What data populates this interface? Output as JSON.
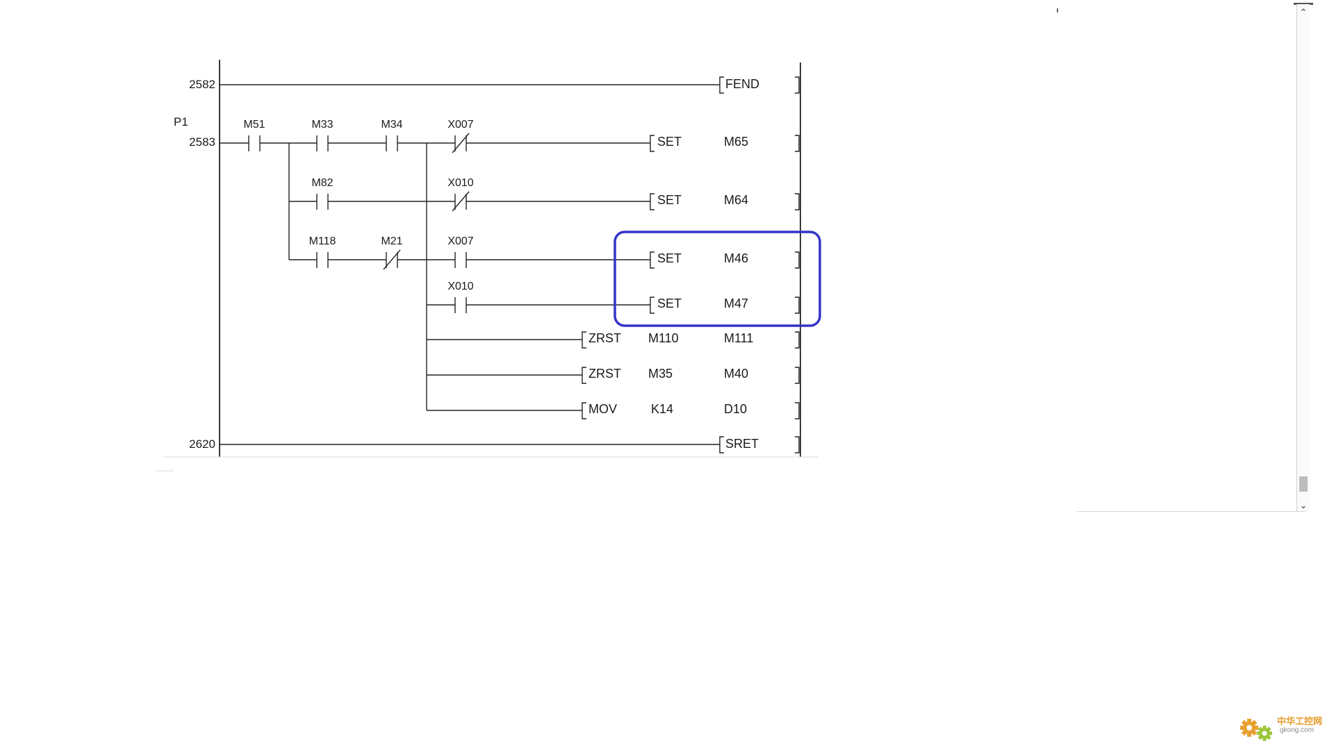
{
  "rungs": {
    "r2582": {
      "step": "2582",
      "instr": "FEND"
    },
    "r2583": {
      "pointer": "P1",
      "step": "2583",
      "contacts": {
        "m51": "M51",
        "m33": "M33",
        "m34": "M34",
        "x007a": "X007",
        "m82": "M82",
        "x010a": "X010",
        "m118": "M118",
        "m21": "M21",
        "x007b": "X007",
        "x010b": "X010"
      },
      "outputs": [
        {
          "instr": "SET",
          "op1": "M65"
        },
        {
          "instr": "SET",
          "op1": "M64"
        },
        {
          "instr": "SET",
          "op1": "M46"
        },
        {
          "instr": "SET",
          "op1": "M47"
        },
        {
          "instr": "ZRST",
          "op1": "M110",
          "op2": "M111"
        },
        {
          "instr": "ZRST",
          "op1": "M35",
          "op2": "M40"
        },
        {
          "instr": "MOV",
          "op1": "K14",
          "op2": "D10"
        }
      ]
    },
    "r2620": {
      "step": "2620",
      "instr": "SRET"
    }
  },
  "highlight": {
    "color": "#3434c8"
  },
  "scrollbar": {
    "up_glyph": "⌃",
    "down_glyph": "⌄"
  },
  "watermark": {
    "text": "中华工控网",
    "sub": "gkong.com"
  }
}
